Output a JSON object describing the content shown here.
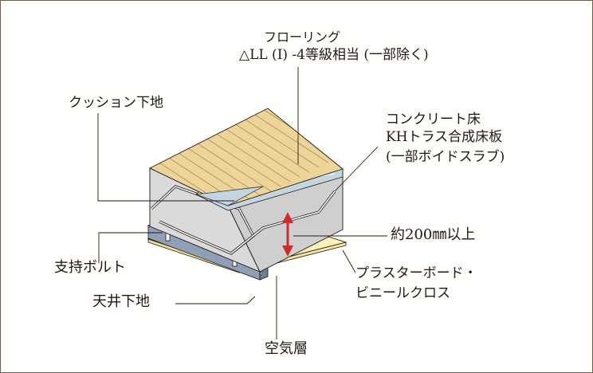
{
  "labels": {
    "flooring": "フローリング",
    "flooring_grade": "△LL (I) -4等級相当 (一部除く)",
    "cushion": "クッション下地",
    "concrete_floor": "コンクリート床",
    "kh_truss": "KHトラス合成床板",
    "void_slab": "(一部ボイドスラブ)",
    "thickness": "約200㎜以上",
    "plasterboard": "プラスターボード・",
    "vinyl_cloth": "ビニールクロス",
    "support_bolt": "支持ボルト",
    "ceiling_base": "天井下地",
    "air_layer": "空気層"
  },
  "colors": {
    "frame": "#7a5a46",
    "flooring_fill": "#edd59a",
    "flooring_stripe": "#b99459",
    "cushion_fill": "#c2d5e1",
    "concrete_fill": "#dadada",
    "concrete_top": "#e6e6e6",
    "ceiling_fill": "#fbf0b8",
    "joist_fill": "#8f9fb6",
    "arrow": "#d12a2a",
    "line": "#231815"
  }
}
